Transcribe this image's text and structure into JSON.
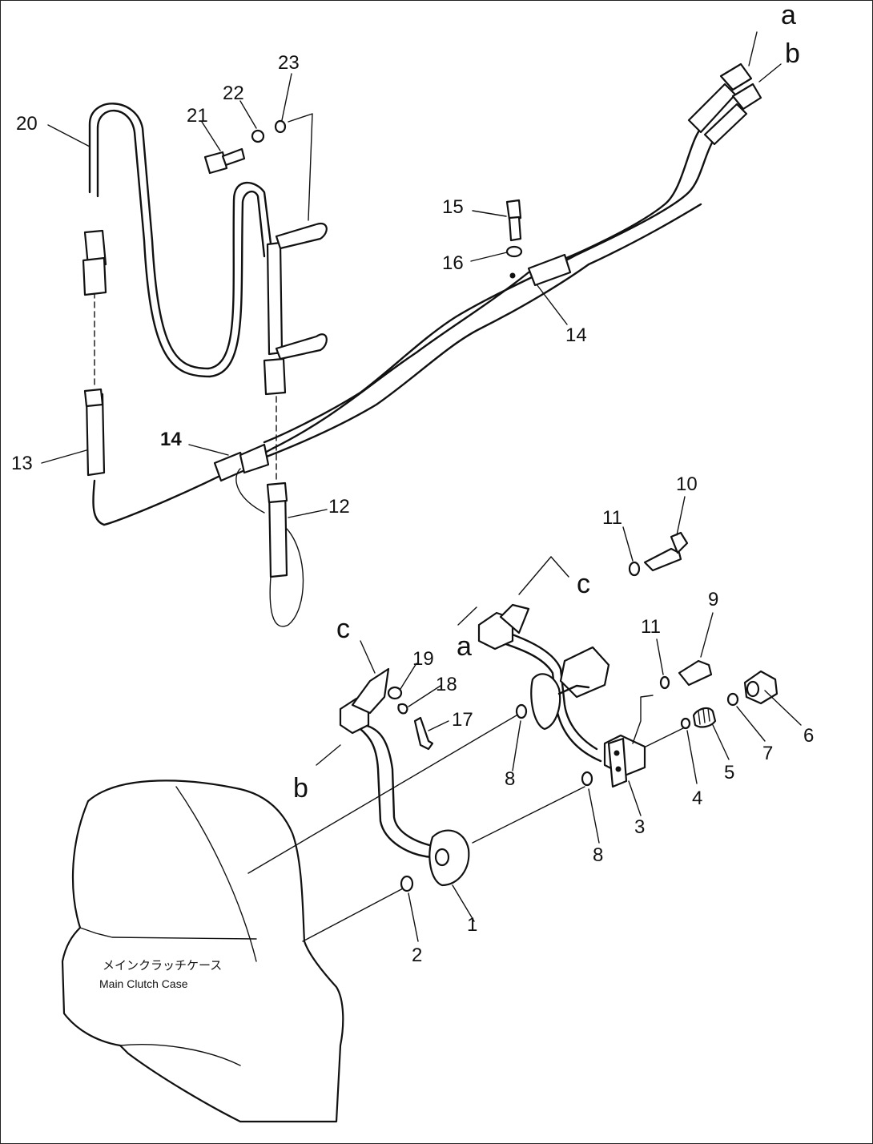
{
  "diagram": {
    "part_numbers": [
      "1",
      "2",
      "3",
      "4",
      "5",
      "6",
      "7",
      "8",
      "8",
      "9",
      "10",
      "11",
      "11",
      "12",
      "13",
      "14",
      "14",
      "15",
      "16",
      "17",
      "18",
      "19",
      "20",
      "21",
      "22",
      "23"
    ],
    "connection_marks": [
      "a",
      "b",
      "a",
      "b",
      "c",
      "c"
    ],
    "case_label_jp": "メインクラッチケース",
    "case_label_en": "Main Clutch Case"
  }
}
